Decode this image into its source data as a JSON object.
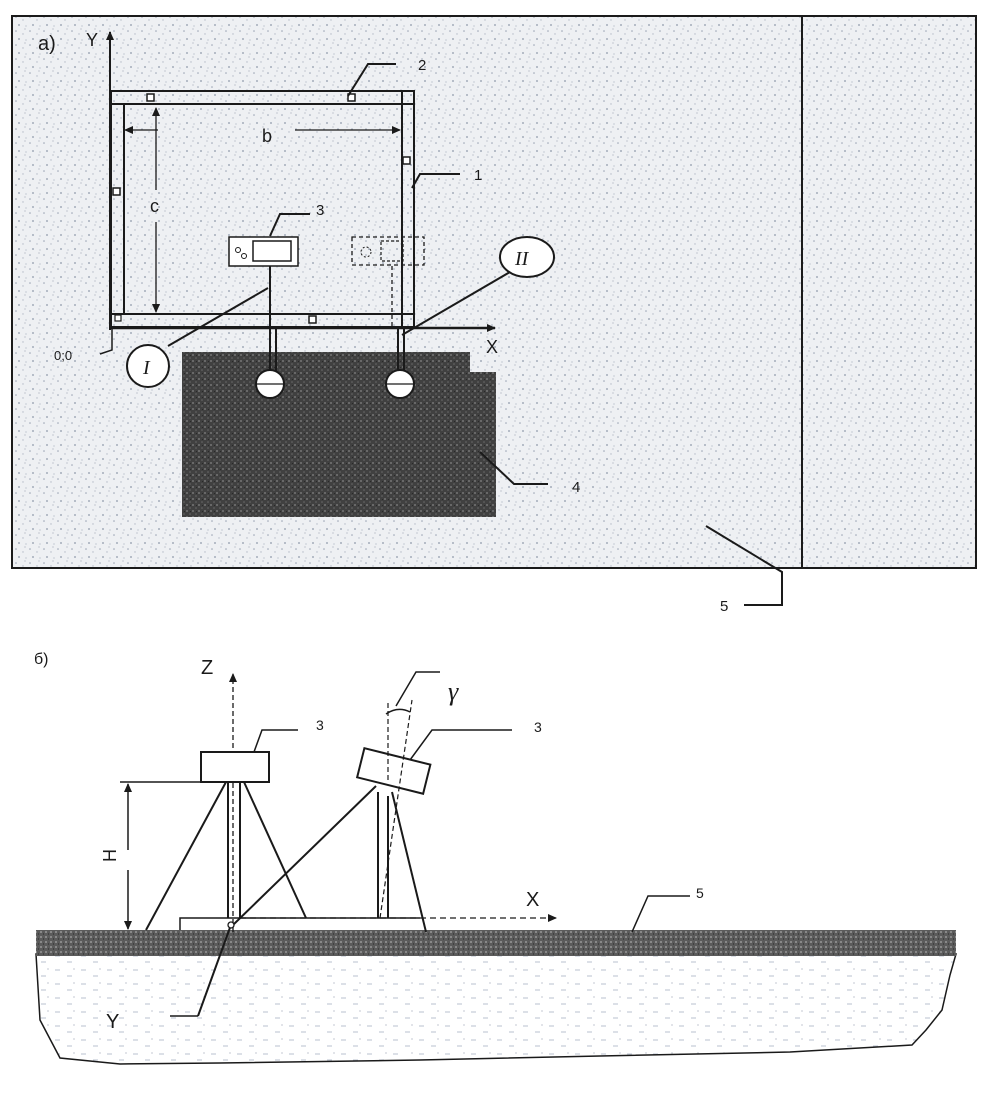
{
  "panel_a": {
    "label": "а)",
    "axis_y": "Y",
    "axis_x": "X",
    "origin": "0;0",
    "dim_b": "b",
    "dim_c": "c",
    "callouts": [
      "2",
      "1",
      "3",
      "4",
      "5"
    ],
    "position_I": "I",
    "position_II": "II"
  },
  "panel_b": {
    "label": "б)",
    "axis_z": "Z",
    "axis_x": "X",
    "axis_y": "Y",
    "angle": "γ",
    "height": "H",
    "callouts": [
      "3",
      "3",
      "5"
    ]
  },
  "colors": {
    "ink": "#1a1a1a",
    "speckle_bg": "#eef0f3",
    "dark_patch": "#3f3f3f"
  }
}
